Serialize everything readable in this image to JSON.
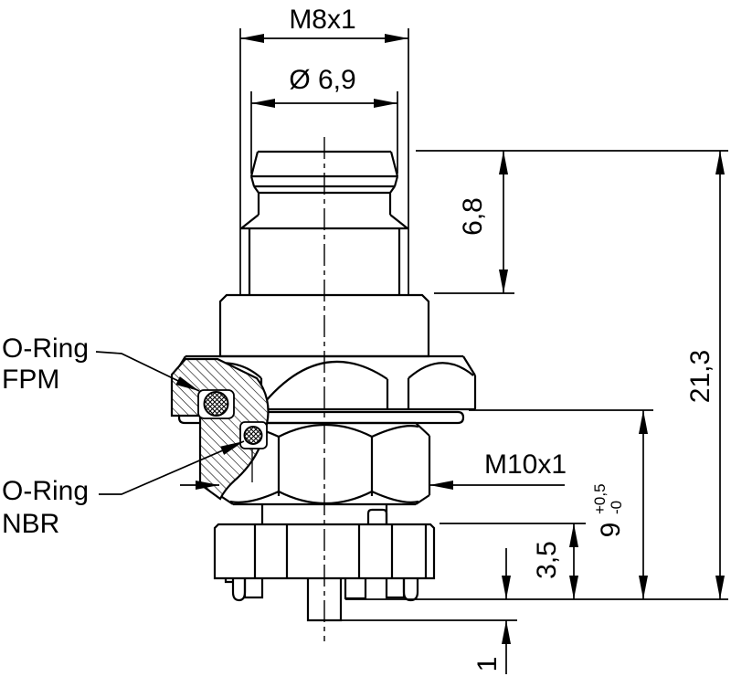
{
  "drawing": {
    "background": "#ffffff",
    "ink": "#000000",
    "dims": {
      "thread_top": "M8x1",
      "tip_diameter": "Ø 6,9",
      "tip_height": "6,8",
      "overall_height": "21,3",
      "thread_bottom": "M10x1",
      "mount_depth": "9",
      "mount_depth_tol_plus": "+0,5",
      "mount_depth_tol_minus": "-0",
      "flange_height": "3,5",
      "pin_protrusion": "1"
    },
    "labels": {
      "oring_fpm_line1": "O-Ring",
      "oring_fpm_line2": "FPM",
      "oring_nbr_line1": "O-Ring",
      "oring_nbr_line2": "NBR"
    }
  }
}
